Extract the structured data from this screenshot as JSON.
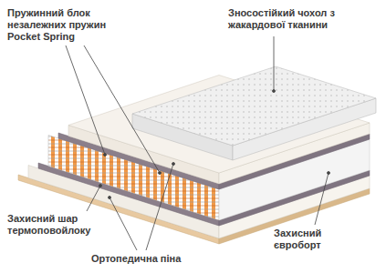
{
  "diagram": {
    "labels": [
      "Пружинний блок незалежних пружин Pocket Spring",
      "Зносостійкий чохол з жакардової тканини",
      "Захисний шар термоповойлоку",
      "Ортопедична піна",
      "Захисний євроборт"
    ]
  }
}
